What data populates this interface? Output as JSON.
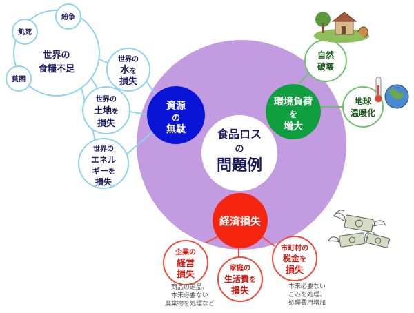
{
  "center": {
    "line1": "食品ロス",
    "line2": "の",
    "line3": "問題例"
  },
  "resource": {
    "title": {
      "line1": "資源",
      "line2": "の",
      "line3": "無駄"
    },
    "food_shortage": {
      "line1": "世界の",
      "line2": "食糧不足"
    },
    "famine": "飢死",
    "conflict": "紛争",
    "poverty": "貧困",
    "water": {
      "line1": "世界の",
      "line2": "水",
      "line2b": "を",
      "line3": "損失"
    },
    "land": {
      "line1": "世界の",
      "line2": "土地",
      "line2b": "を",
      "line3": "損失"
    },
    "energy": {
      "line1": "世界の",
      "line2": "エネル",
      "line3": "ギー",
      "line3b": "を",
      "line4": "損失"
    }
  },
  "environment": {
    "title": {
      "line1": "環境負荷",
      "line2": "を",
      "line3": "増大"
    },
    "nature": {
      "line1": "自然",
      "line2": "破壊"
    },
    "warming": {
      "line1": "地球",
      "line2": "温暖化"
    }
  },
  "economic": {
    "title": "経済損失",
    "company": {
      "line1": "企業の",
      "line2": "経営",
      "line3": "損失"
    },
    "household": {
      "line1": "家庭の",
      "line2": "生活費",
      "line2b": "を",
      "line3": "損失"
    },
    "municipal": {
      "line1": "市町村の",
      "line2": "税金",
      "line2b": "を",
      "line3": "損失"
    },
    "company_note": {
      "line1": "商品の返品、",
      "line2": "本来必要ない",
      "line3": "廃棄物を処理など"
    },
    "municipal_note": {
      "line1": "本来必要ない",
      "line2": "ごみを処理、",
      "line3": "処理費用増加"
    }
  },
  "colors": {
    "big_circle": "#c39be0",
    "resource_hub": "#0a14d6",
    "resource_line": "#8fd3ee",
    "environment_hub": "#0f9f3f",
    "environment_line": "#6cc46a",
    "economic_hub": "#f5250f",
    "economic_line": "#f24b38",
    "navy_text": "#1a1a5e",
    "green_text": "#1a5a1a",
    "red_text": "#cc1a10"
  }
}
